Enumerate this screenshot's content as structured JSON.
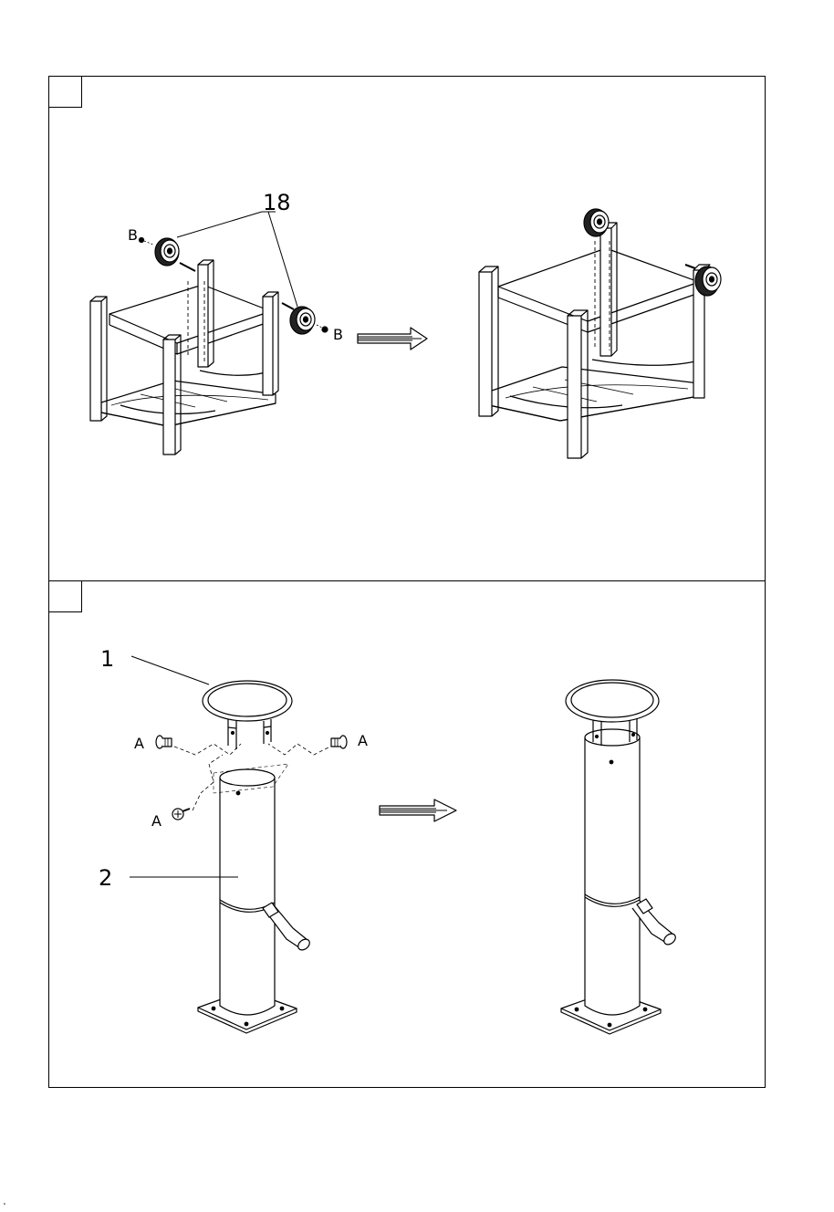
{
  "step1": {
    "part_number": "18",
    "hardware_label_left": "B",
    "hardware_label_right": "B"
  },
  "step2": {
    "part_top": "1",
    "part_post": "2",
    "screw_label_left": "A",
    "screw_label_right": "A",
    "screw_label_bottom": "A"
  },
  "footer_mark": "'"
}
